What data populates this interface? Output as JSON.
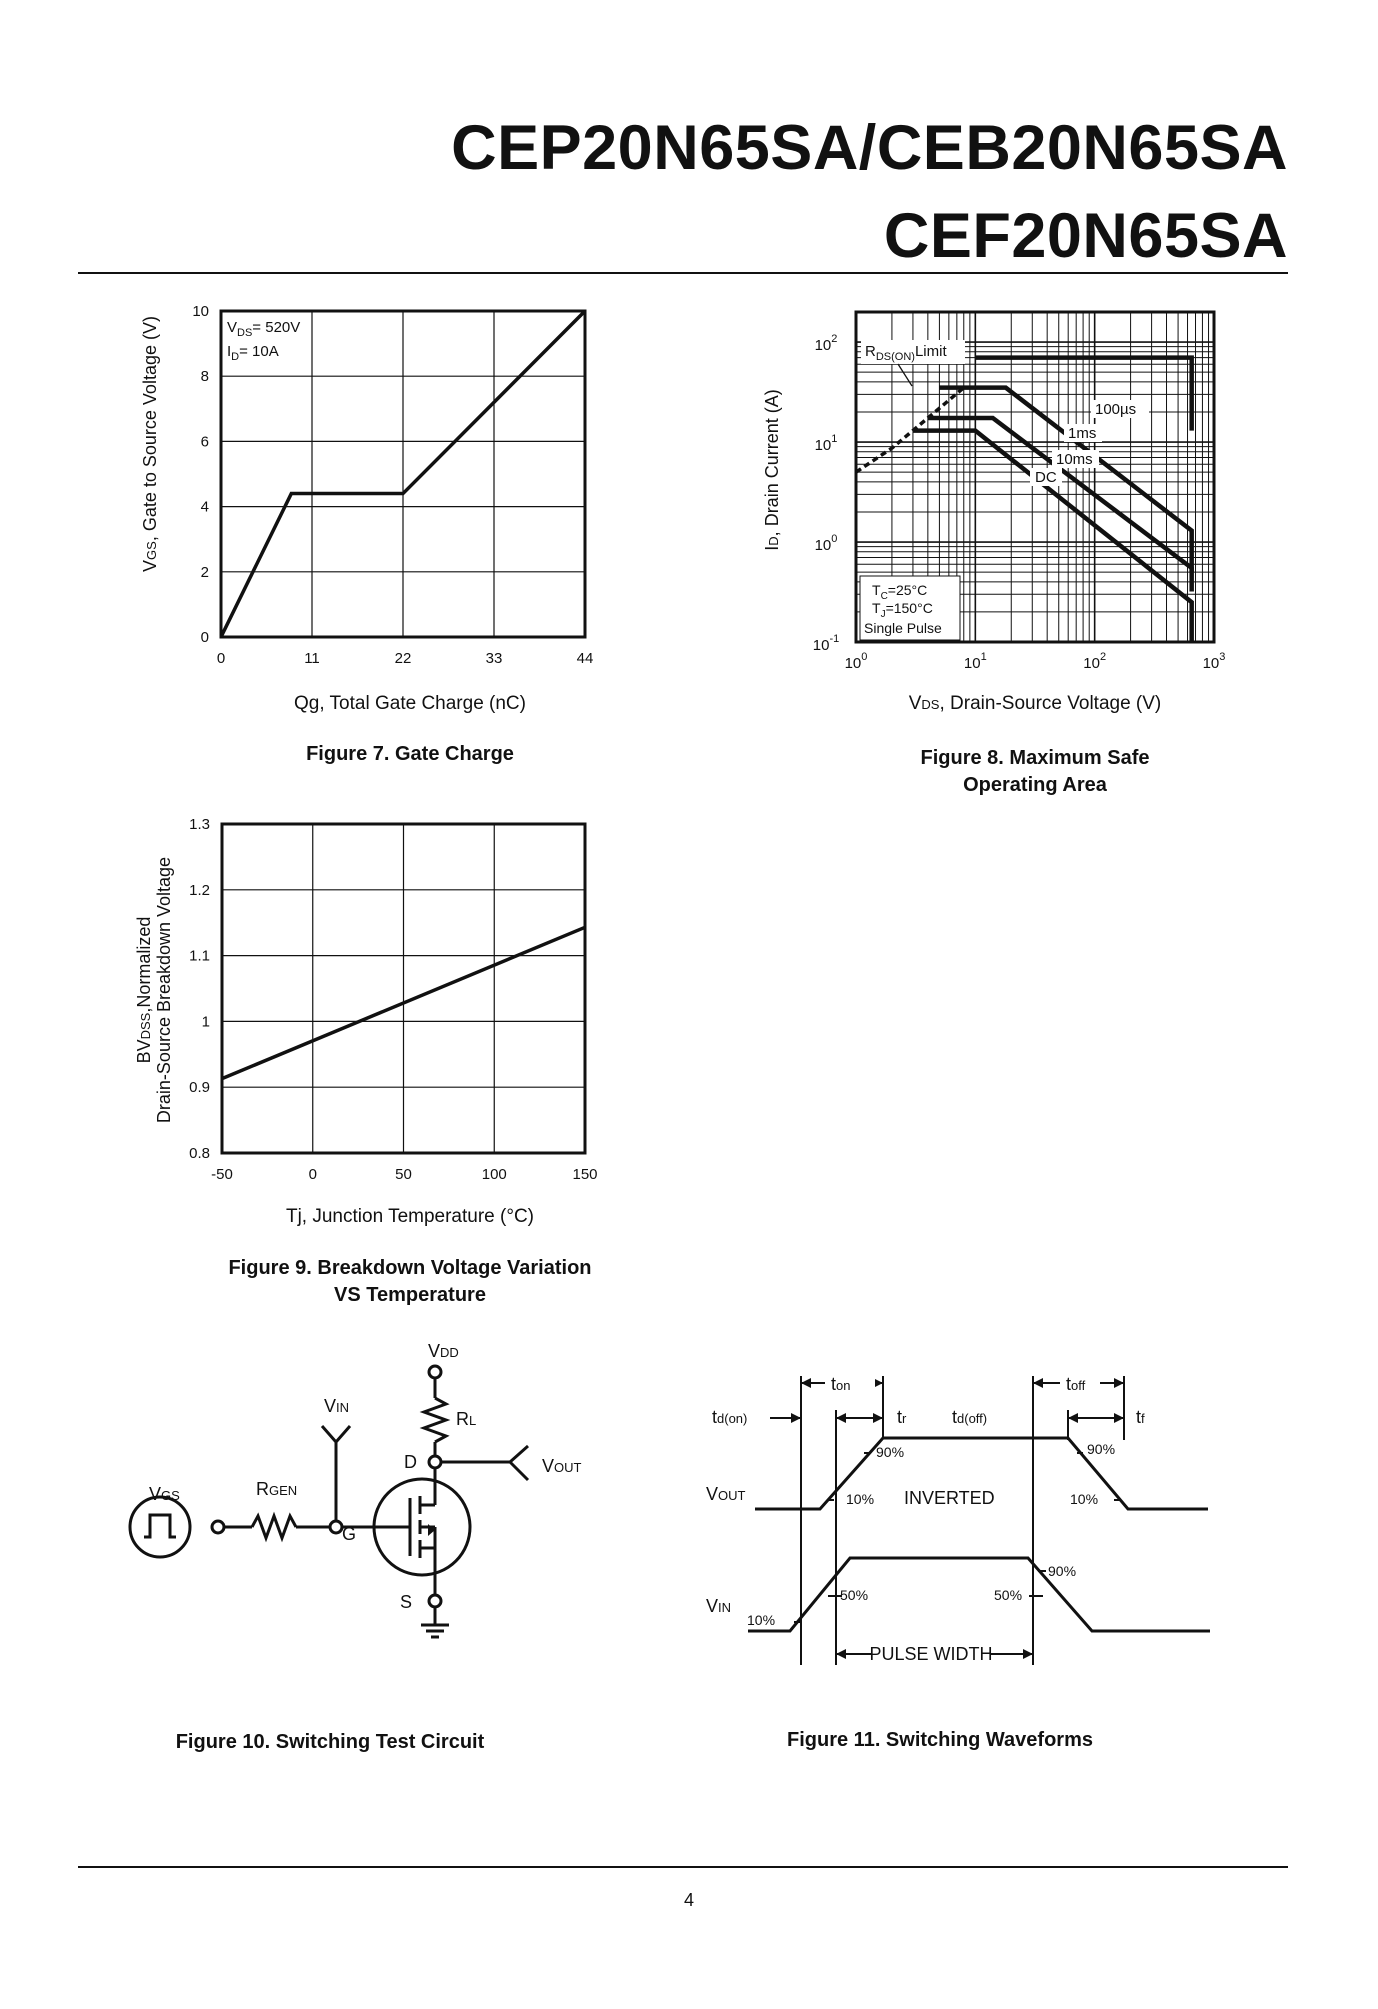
{
  "header": {
    "title_line1": "CEP20N65SA/CEB20N65SA",
    "title_line2": "CEF20N65SA"
  },
  "page_number": "4",
  "fig7": {
    "caption": "Figure 7. Gate Charge",
    "ylabel_pre": "V",
    "ylabel_sub": "GS",
    "ylabel_post": ", Gate to Source Voltage (V)",
    "xlabel": "Qg, Total Gate Charge (nC)",
    "annot_vds_pre": "V",
    "annot_vds_sub": "DS",
    "annot_vds_post": "= 520V",
    "annot_id_pre": "I",
    "annot_id_sub": "D",
    "annot_id_post": "= 10A"
  },
  "fig8": {
    "caption_line1": "Figure 8. Maximum Safe",
    "caption_line2": "Operating Area",
    "ylabel_pre": "I",
    "ylabel_sub": "D",
    "ylabel_post": ", Drain Current (A)",
    "xlabel_pre": "V",
    "xlabel_sub": "DS",
    "xlabel_post": ", Drain-Source Voltage (V)",
    "rds_pre": "R",
    "rds_sub": "DS(ON)",
    "rds_post": "Limit",
    "l100us": "100µs",
    "l1ms": "1ms",
    "l10ms": "10ms",
    "ldc": "DC",
    "tc_pre": "T",
    "tc_sub": "C",
    "tc_post": "=25°C",
    "tj_pre": "T",
    "tj_sub": "J",
    "tj_post": "=150°C",
    "single_pulse": "Single Pulse"
  },
  "fig9": {
    "caption_line1": "Figure 9. Breakdown Voltage Variation",
    "caption_line2": "VS Temperature",
    "ylabel1_pre": "BV",
    "ylabel1_sub": "DSS",
    "ylabel1_post": ",Normalized",
    "ylabel2": "Drain-Source Breakdown Voltage",
    "xlabel": "Tj, Junction Temperature (°C)"
  },
  "fig10": {
    "caption": "Figure 10. Switching Test Circuit",
    "vdd_main": "V",
    "vdd_sub": "DD",
    "rl_main": "R",
    "rl_sub": "L",
    "vin_main": "V",
    "vin_sub": "IN",
    "vout_main": "V",
    "vout_sub": "OUT",
    "vgs_main": "V",
    "vgs_sub": "GS",
    "rgen_main": "R",
    "rgen_sub": "GEN",
    "d": "D",
    "g": "G",
    "s": "S"
  },
  "fig11": {
    "caption": "Figure 11. Switching Waveforms",
    "ton_main": "t",
    "ton_sub": "on",
    "toff_main": "t",
    "toff_sub": "off",
    "tdon_main": "t",
    "tdon_sub": "d(on)",
    "tr_main": "t",
    "tr_sub": "r",
    "tdoff_main": "t",
    "tdoff_sub": "d(off)",
    "tf_main": "t",
    "tf_sub": "f",
    "vout_main": "V",
    "vout_sub": "OUT",
    "vin_main": "V",
    "vin_sub": "IN",
    "p90a": "90%",
    "p10a": "10%",
    "inverted": "INVERTED",
    "p90b": "90%",
    "p10b": "10%",
    "p50a": "50%",
    "p50b": "50%",
    "p90c": "90%",
    "p10c": "10%",
    "pulse_width": "PULSE WIDTH"
  },
  "chart_data": [
    {
      "type": "line",
      "title": "Figure 7. Gate Charge",
      "xlabel": "Qg, Total Gate Charge (nC)",
      "ylabel": "VGS, Gate to Source Voltage (V)",
      "xlim": [
        0,
        44
      ],
      "ylim": [
        0,
        10
      ],
      "xticks": [
        "0",
        "11",
        "22",
        "33",
        "44"
      ],
      "yticks": [
        "0",
        "2",
        "4",
        "6",
        "8",
        "10"
      ],
      "grid": true,
      "series": [
        {
          "x": [
            0,
            8.5,
            22,
            44
          ],
          "y": [
            0,
            4.4,
            4.4,
            10
          ]
        }
      ]
    },
    {
      "type": "line",
      "title": "Figure 8. Maximum Safe Operating Area",
      "xlabel": "VDS, Drain-Source Voltage (V)",
      "ylabel": "ID, Drain Current (A)",
      "xscale": "log",
      "yscale": "log",
      "xlim": [
        1,
        1000
      ],
      "ylim": [
        0.1,
        200
      ],
      "xticks": [
        "10^0",
        "10^1",
        "10^2",
        "10^3"
      ],
      "yticks": [
        "10^-1",
        "10^0",
        "10^1",
        "10^2"
      ],
      "grid": true,
      "series": [
        {
          "name": "RDS(ON) Limit",
          "x": [
            1,
            2,
            4,
            8
          ],
          "y": [
            5,
            8.7,
            17.4,
            35
          ]
        },
        {
          "name": "100µs",
          "x": [
            10,
            20,
            650,
            650
          ],
          "y": [
            70,
            70,
            70,
            13
          ]
        },
        {
          "name": "1ms",
          "x": [
            5,
            18,
            650,
            650
          ],
          "y": [
            35,
            35,
            1.3,
            0.5
          ]
        },
        {
          "name": "10ms",
          "x": [
            4,
            14,
            650,
            650
          ],
          "y": [
            17.4,
            17.4,
            0.55,
            0.32
          ]
        },
        {
          "name": "DC",
          "x": [
            3,
            10,
            650,
            650
          ],
          "y": [
            13,
            13,
            0.25,
            0.1
          ]
        }
      ]
    },
    {
      "type": "line",
      "title": "Figure 9. Breakdown Voltage Variation VS Temperature",
      "xlabel": "Tj, Junction Temperature (°C)",
      "ylabel": "BVDSS, Normalized Drain-Source Breakdown Voltage",
      "xlim": [
        -50,
        150
      ],
      "ylim": [
        0.8,
        1.3
      ],
      "xticks": [
        "-50",
        "0",
        "50",
        "100",
        "150"
      ],
      "yticks": [
        "0.8",
        "0.9",
        "1",
        "1.1",
        "1.2",
        "1.3"
      ],
      "grid": true,
      "series": [
        {
          "x": [
            -50,
            150
          ],
          "y": [
            0.913,
            1.143
          ]
        }
      ]
    }
  ]
}
